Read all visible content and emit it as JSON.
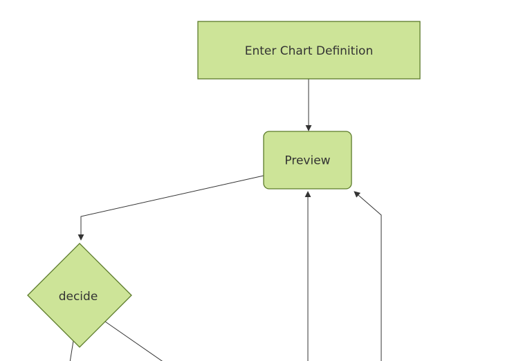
{
  "diagram": {
    "type": "flowchart",
    "background": "#ffffff",
    "theme": {
      "node_fill": "#cde498",
      "node_stroke": "#5b7a29",
      "edge_color": "#333333",
      "text_color": "#333333"
    },
    "nodes": [
      {
        "id": "enter-chart-definition",
        "label": "Enter Chart Definition",
        "shape": "rectangle"
      },
      {
        "id": "preview",
        "label": "Preview",
        "shape": "rounded-rectangle"
      },
      {
        "id": "decide",
        "label": "decide",
        "shape": "diamond"
      }
    ],
    "edges": [
      {
        "from": "enter-chart-definition",
        "to": "preview"
      },
      {
        "from": "preview",
        "to": "decide"
      },
      {
        "from": "offscreen-bottom",
        "to": "preview"
      },
      {
        "from": "offscreen-bottom-right",
        "to": "preview"
      },
      {
        "from": "decide",
        "to": "offscreen-bottom-right"
      },
      {
        "from": "decide",
        "to": "offscreen-bottom"
      }
    ]
  }
}
